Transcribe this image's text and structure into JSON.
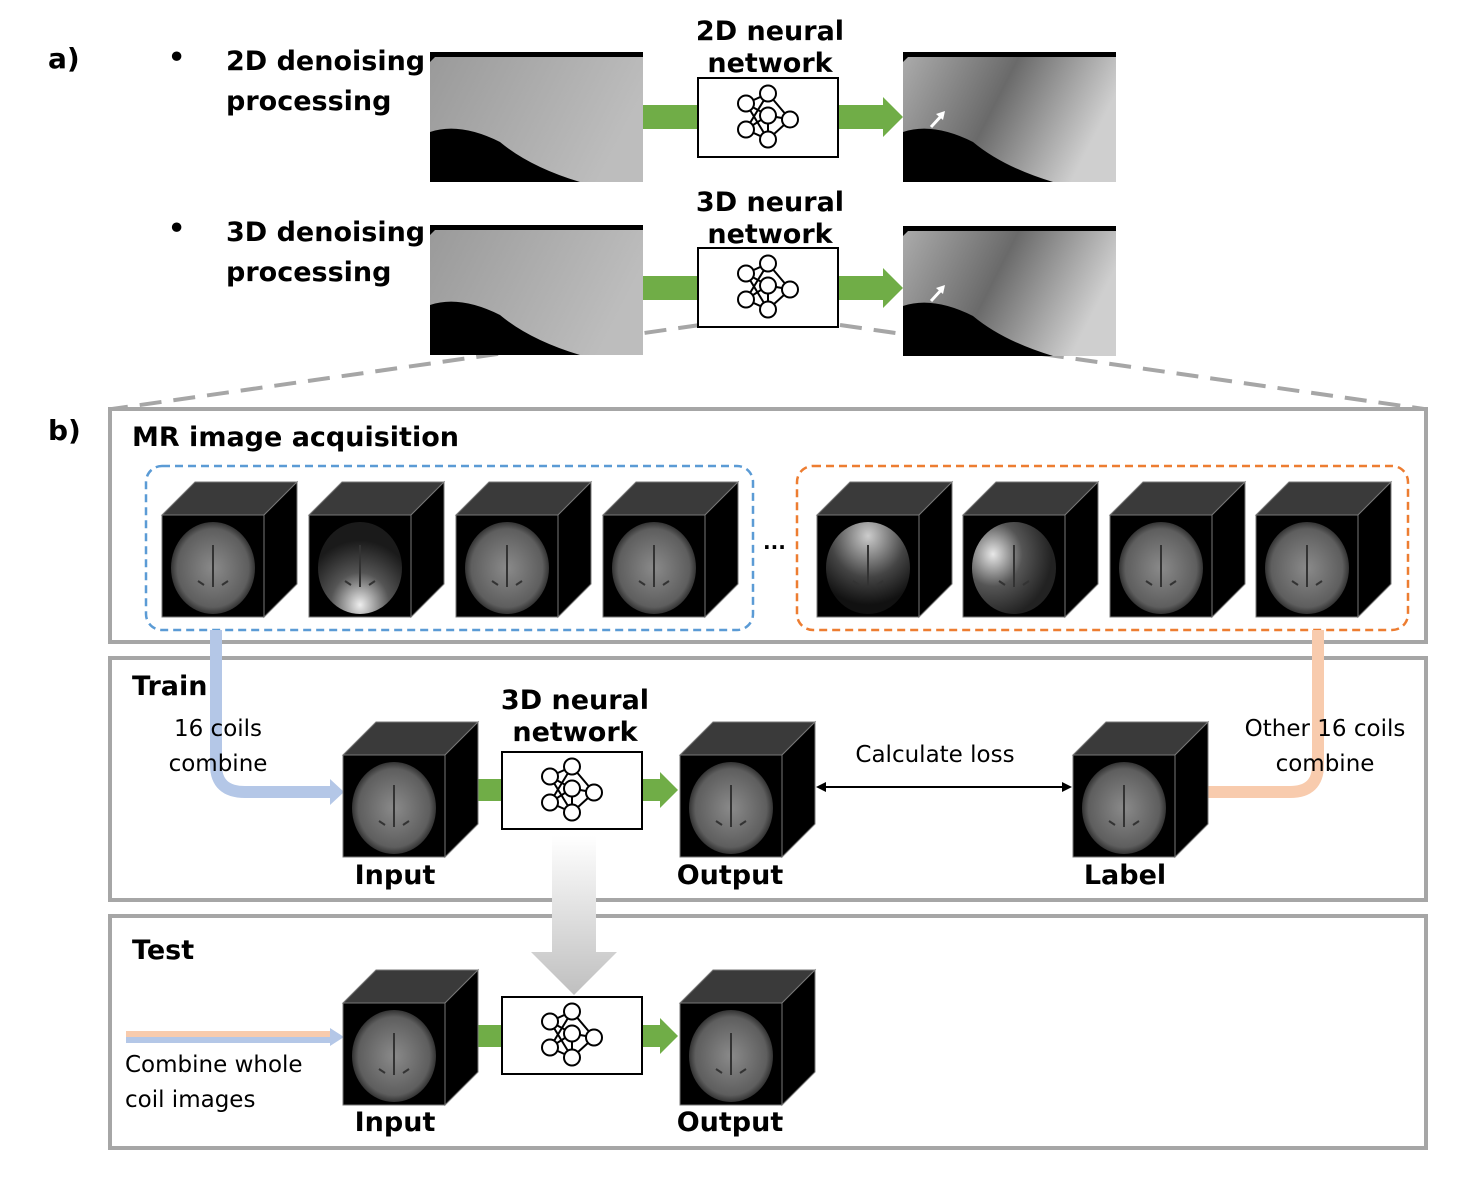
{
  "panel_a": {
    "label": "a)",
    "bullet": "•",
    "row_2d": {
      "title_line1": "2D denoising",
      "title_line2": "processing",
      "network_line1": "2D neural",
      "network_line2": "network"
    },
    "row_3d": {
      "title_line1": "3D denoising",
      "title_line2": "processing",
      "network_line1": "3D neural",
      "network_line2": "network"
    }
  },
  "panel_b": {
    "label": "b)",
    "acquisition": {
      "title": "MR image acquisition",
      "ellipsis": "..."
    },
    "train": {
      "title": "Train",
      "left_note_line1": "16 coils",
      "left_note_line2": "combine",
      "network_line1": "3D neural",
      "network_line2": "network",
      "input": "Input",
      "output": "Output",
      "label": "Label",
      "loss": "Calculate loss",
      "right_note_line1": "Other 16 coils",
      "right_note_line2": "combine"
    },
    "test": {
      "title": "Test",
      "note_line1": "Combine whole",
      "note_line2": "coil images",
      "input": "Input",
      "output": "Output"
    }
  },
  "colors": {
    "green_arrow": "#70ad47",
    "blue_group": "#5b9bd5",
    "orange_group": "#ed7d31",
    "blue_path": "#b4c7e7",
    "orange_path": "#f8cbad",
    "panel_border": "#a6a6a6"
  }
}
